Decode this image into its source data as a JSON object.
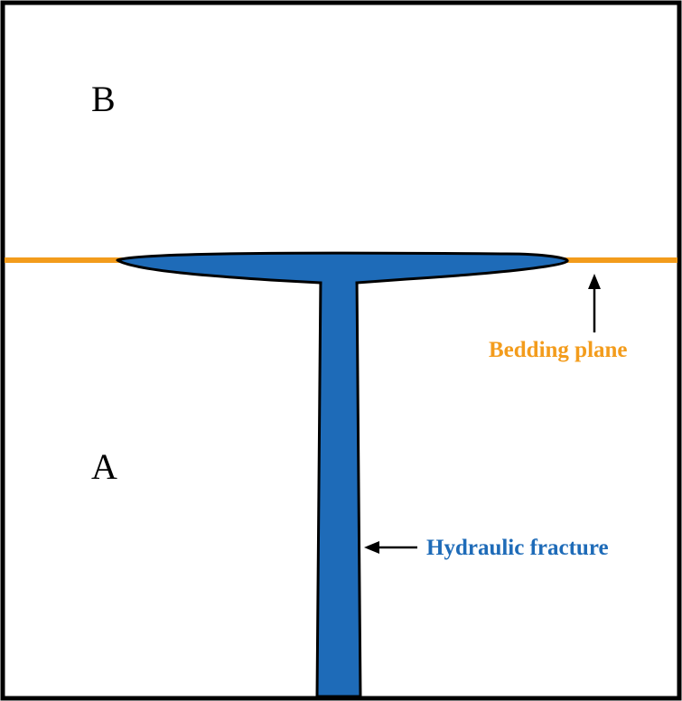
{
  "regions": {
    "upper_label": "B",
    "lower_label": "A"
  },
  "callouts": {
    "bedding_plane": "Bedding plane",
    "hydraulic_fracture": "Hydraulic fracture"
  },
  "colors": {
    "bedding_plane": "#f39c1c",
    "fracture_fill": "#1e6bb8",
    "outline": "#000000",
    "border": "#000000",
    "background": "#ffffff"
  }
}
